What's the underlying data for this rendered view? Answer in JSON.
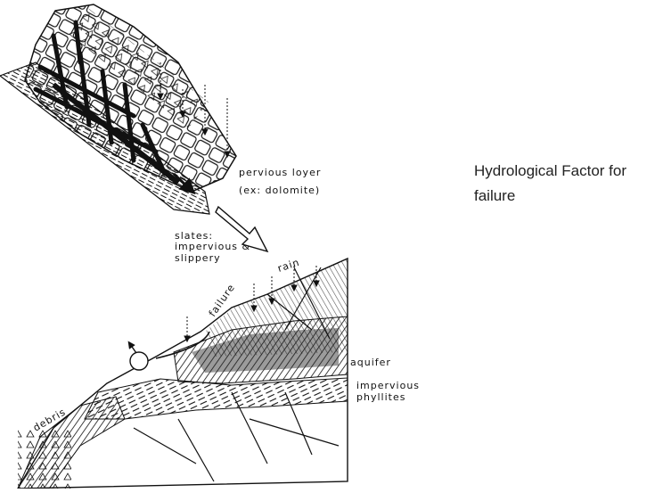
{
  "caption": {
    "line1": "Hydrological Factor for",
    "line2": "failure"
  },
  "upper_diagram": {
    "labels": {
      "pervious_layer": "pervious loyer",
      "pervious_example": "(ex: dolomite)",
      "slates_1": "slates:",
      "slates_2": "impervious &",
      "slates_3": "slippery"
    }
  },
  "lower_diagram": {
    "labels": {
      "failure": "failure",
      "rain": "rain",
      "aquifer": "aquifer",
      "impervious_1": "impervious",
      "impervious_2": "phyllites",
      "debris": "debris"
    }
  }
}
